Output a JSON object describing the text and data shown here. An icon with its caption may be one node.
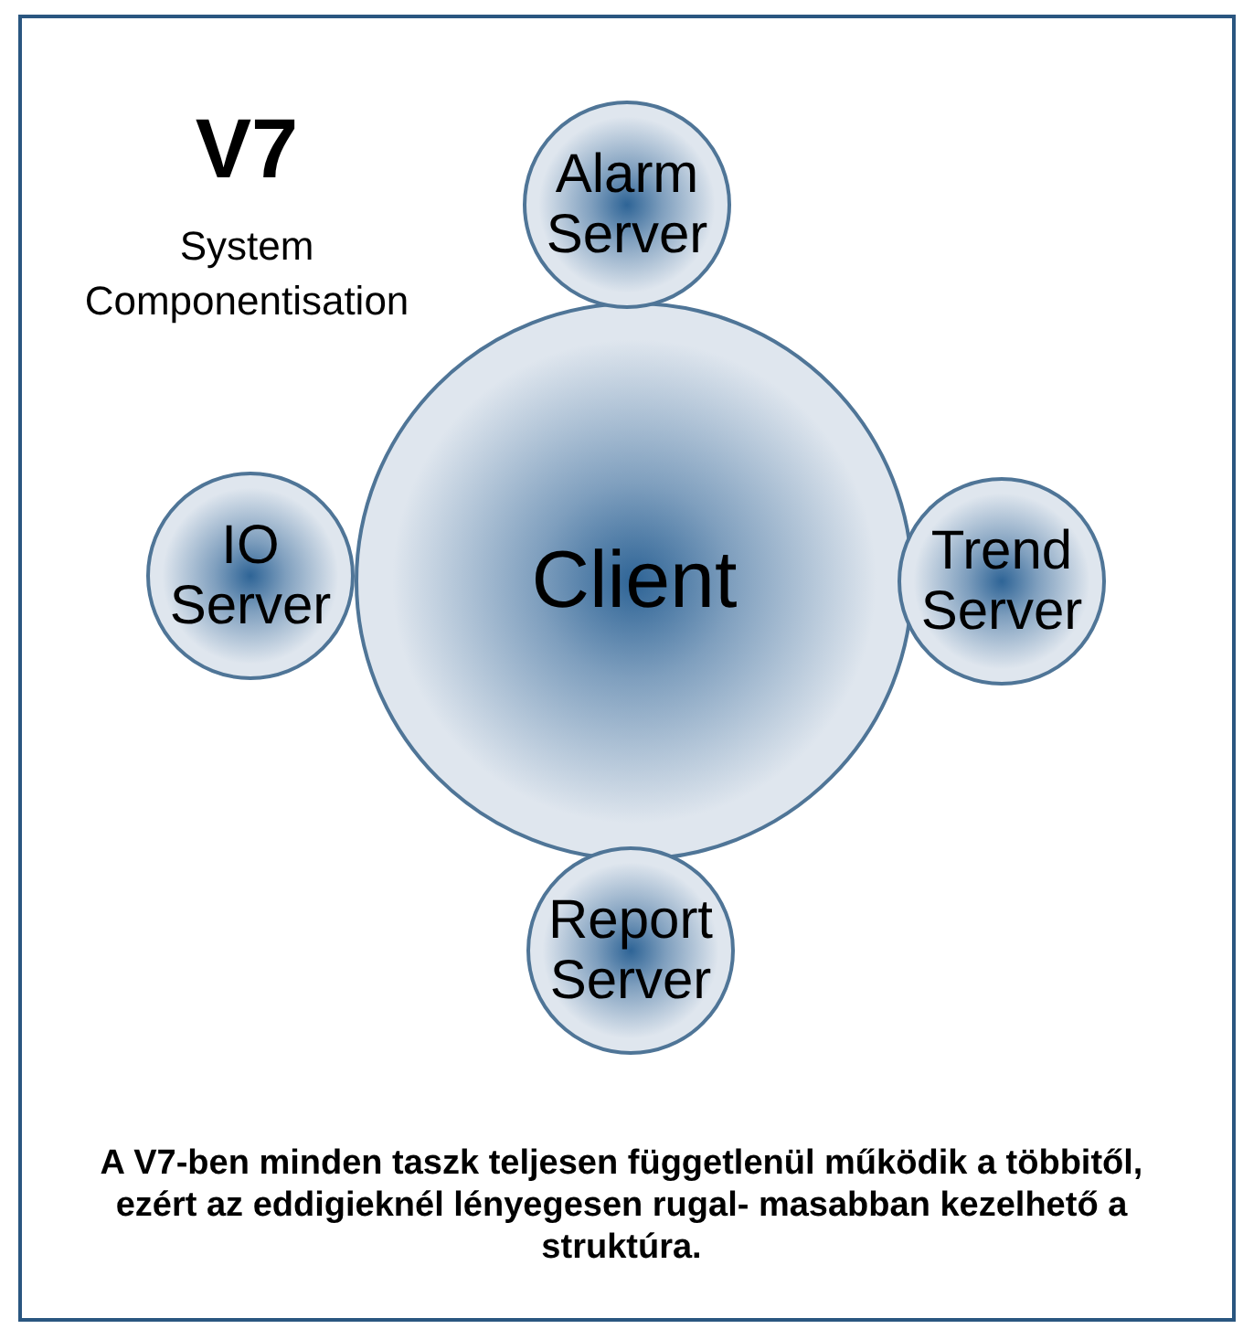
{
  "diagram": {
    "title": "V7",
    "caption": "A V7-ben minden taszk teljesen függetlenül működik a többitől, ezért az eddigieknél lényegesen rugal- masabban kezelhető a struktúra.",
    "nodes": [
      {
        "text": [
          "Alarm Server"
        ]
      },
      {
        "text": [
          "IO Server"
        ]
      },
      {
        "text": [
          "Client"
        ]
      },
      {
        "text": [
          "Trend Server"
        ]
      },
      {
        "text": [
          "Report Server"
        ]
      }
    ],
    "labels": [
      "System Componentisation"
    ]
  }
}
